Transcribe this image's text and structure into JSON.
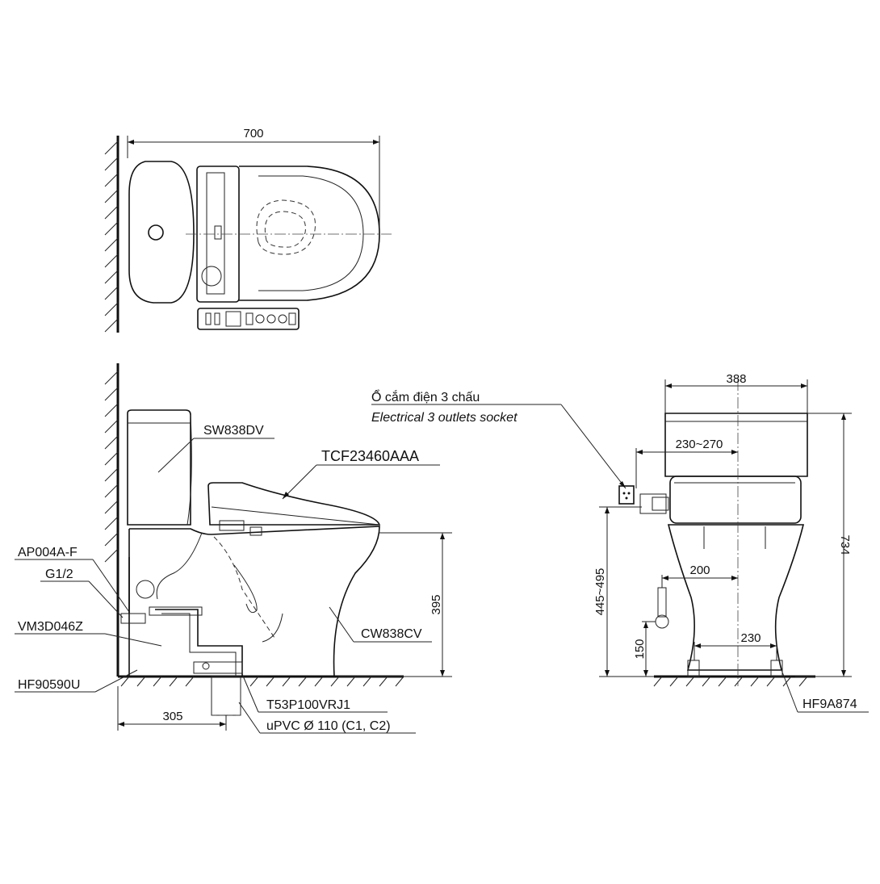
{
  "top_view": {
    "width_dim": "700"
  },
  "side_view": {
    "labels": {
      "sw838dv": "SW838DV",
      "tcf23460aaa": "TCF23460AAA",
      "ap004a_f": "AP004A-F",
      "g1_2": "G1/2",
      "vm3d046z": "VM3D046Z",
      "hf90590u": "HF90590U",
      "cw838cv": "CW838CV",
      "t53p100vrj1": "T53P100VRJ1",
      "upvc": "uPVC Ø 110 (C1, C2)"
    },
    "dims": {
      "height_395": "395",
      "depth_305": "305"
    }
  },
  "front_view": {
    "socket_label_vi": "Ổ cắm điện 3 chấu",
    "socket_label_en": "Electrical 3 outlets socket",
    "hf9a874": "HF9A874",
    "dims": {
      "width_388": "388",
      "range_230_270": "230~270",
      "height_734": "734",
      "range_445_495": "445~495",
      "d200": "200",
      "d150": "150",
      "d230": "230"
    }
  }
}
